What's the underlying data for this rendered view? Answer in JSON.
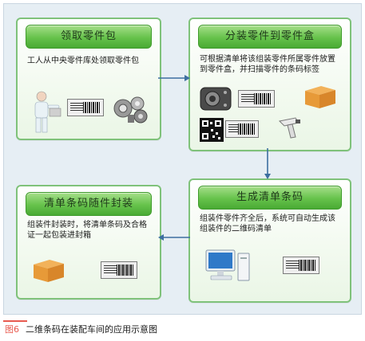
{
  "boxes": {
    "b1": {
      "title": "领取零件包",
      "desc": "工人从中央零件库处领取零件包"
    },
    "b2": {
      "title": "分装零件到零件盒",
      "desc": "可根据清单将该组装零件所属零件放置到零件盒，并扫描零件的条码标签"
    },
    "b3": {
      "title": "生成清单条码",
      "desc": "组装件零件齐全后，系统可自动生成该组装件的二维码清单"
    },
    "b4": {
      "title": "清单条码随件封装",
      "desc": "组装件封装时，将清单条码及合格证一起包装进封箱"
    }
  },
  "caption": {
    "fig": "图6",
    "text": "二维条码在装配车间的应用示意图"
  },
  "colors": {
    "header_green": "#66c24b",
    "box_border": "#7fc27a",
    "arrow": "#3d6fa0",
    "panel_bg": "#e6eef4",
    "caption_red": "#e85a4f"
  },
  "icons": [
    "worker-icon",
    "parts-icon",
    "engine-part-icon",
    "box-icon",
    "qr-code-icon",
    "scanner-icon",
    "computer-icon",
    "barcode-label-icon"
  ]
}
